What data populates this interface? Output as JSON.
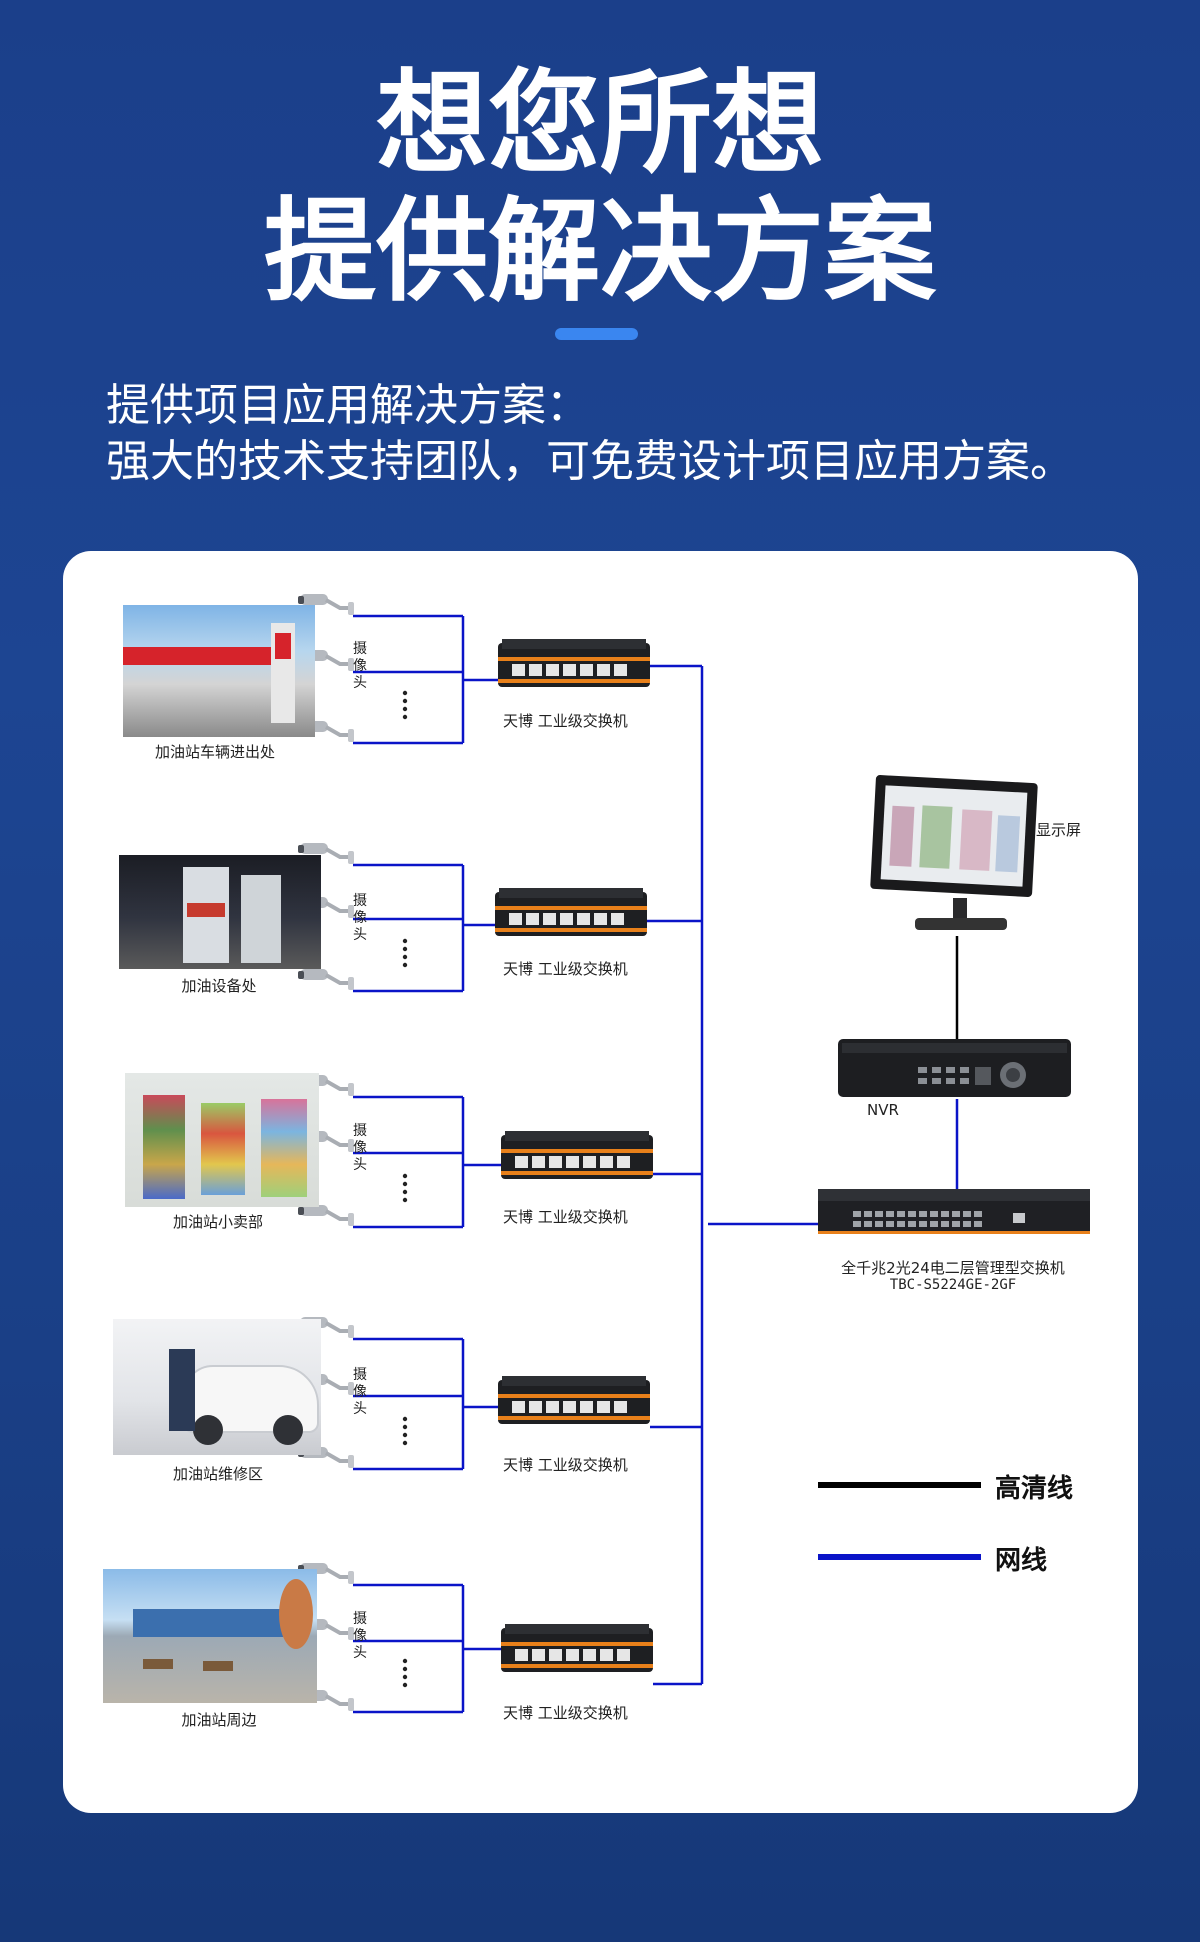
{
  "header": {
    "title_line1": "想您所想",
    "title_line2": "提供解决方案",
    "intro_line1": "提供项目应用解决方案：",
    "intro_line2": "强大的技术支持团队，可免费设计项目应用方案。"
  },
  "diagram": {
    "groups": [
      {
        "location": "加油站车辆进出处",
        "camera_label": "摄像头",
        "switch_label": "天博  工业级交换机"
      },
      {
        "location": "加油设备处",
        "camera_label": "摄像头",
        "switch_label": "天博  工业级交换机"
      },
      {
        "location": "加油站小卖部",
        "camera_label": "摄像头",
        "switch_label": "天博  工业级交换机"
      },
      {
        "location": "加油站维修区",
        "camera_label": "摄像头",
        "switch_label": "天博  工业级交换机"
      },
      {
        "location": "加油站周边",
        "camera_label": "摄像头",
        "switch_label": "天博  工业级交换机"
      }
    ],
    "display_label": "显示屏",
    "nvr_label": "NVR",
    "core_switch_label": "全千兆2光24电二层管理型交换机",
    "core_switch_model": "TBC-S5224GE-2GF"
  },
  "legend": {
    "items": [
      {
        "label": "高清线",
        "color": "#000000"
      },
      {
        "label": "网线",
        "color": "#0a14c8"
      }
    ]
  },
  "colors": {
    "background": "#1b3f8a",
    "accent": "#3a86f0",
    "network_line": "#0a14c8",
    "hd_line": "#000000",
    "switch_orange": "#e8801a"
  }
}
